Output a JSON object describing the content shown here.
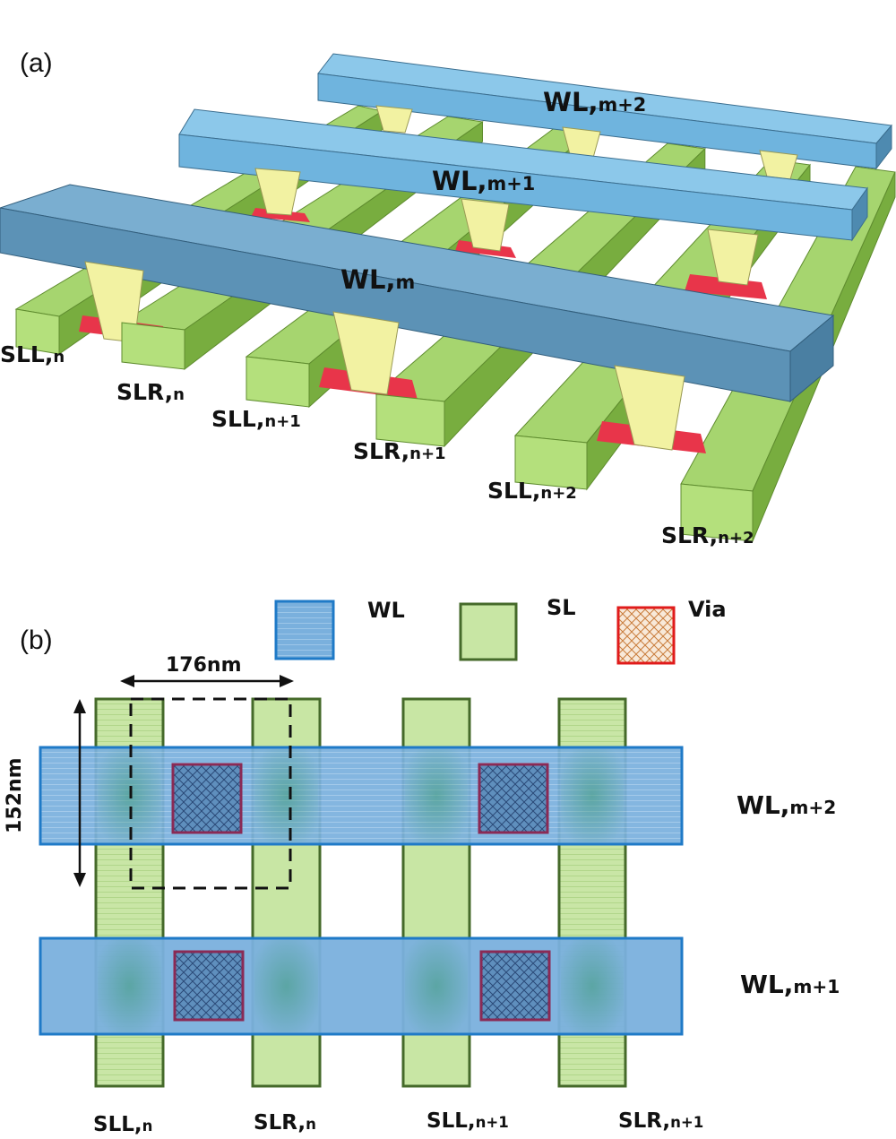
{
  "panels": {
    "a": "(a)",
    "b": "(b)"
  },
  "panel_a": {
    "word_lines": [
      {
        "main": "WL,",
        "sub": "m+2"
      },
      {
        "main": "WL,",
        "sub": "m+1"
      },
      {
        "main": "WL,",
        "sub": "m"
      }
    ],
    "source_lines": [
      {
        "main": "SLL,",
        "sub": "n"
      },
      {
        "main": "SLR,",
        "sub": "n"
      },
      {
        "main": "SLL,",
        "sub": "n+1"
      },
      {
        "main": "SLR,",
        "sub": "n+1"
      },
      {
        "main": "SLL,",
        "sub": "n+2"
      },
      {
        "main": "SLR,",
        "sub": "n+2"
      }
    ]
  },
  "panel_b": {
    "legend": [
      {
        "label": "WL",
        "color": "#7fb3df",
        "border": "#1f7ac7"
      },
      {
        "label": "SL",
        "color": "#c8e6a4",
        "border": "#456a2a"
      },
      {
        "label": "Via",
        "color": "#f6e2cf",
        "border": "#e01b1b"
      }
    ],
    "dimensions": {
      "width": "176nm",
      "height": "152nm"
    },
    "word_lines": [
      {
        "main": "WL,",
        "sub": "m+2"
      },
      {
        "main": "WL,",
        "sub": "m+1"
      }
    ],
    "source_lines": [
      {
        "main": "SLL,",
        "sub": "n"
      },
      {
        "main": "SLR,",
        "sub": "n"
      },
      {
        "main": "SLL,",
        "sub": "n+1"
      },
      {
        "main": "SLR,",
        "sub": "n+1"
      }
    ]
  },
  "colors": {
    "wl_top": "#79bde6",
    "wl_front": "#5b8fb1",
    "sl_top": "#a6d56f",
    "sl_side": "#78ad3f",
    "via_top": "#f2f2a2",
    "via_side": "#d8d46b",
    "contact": "#e8354a"
  }
}
